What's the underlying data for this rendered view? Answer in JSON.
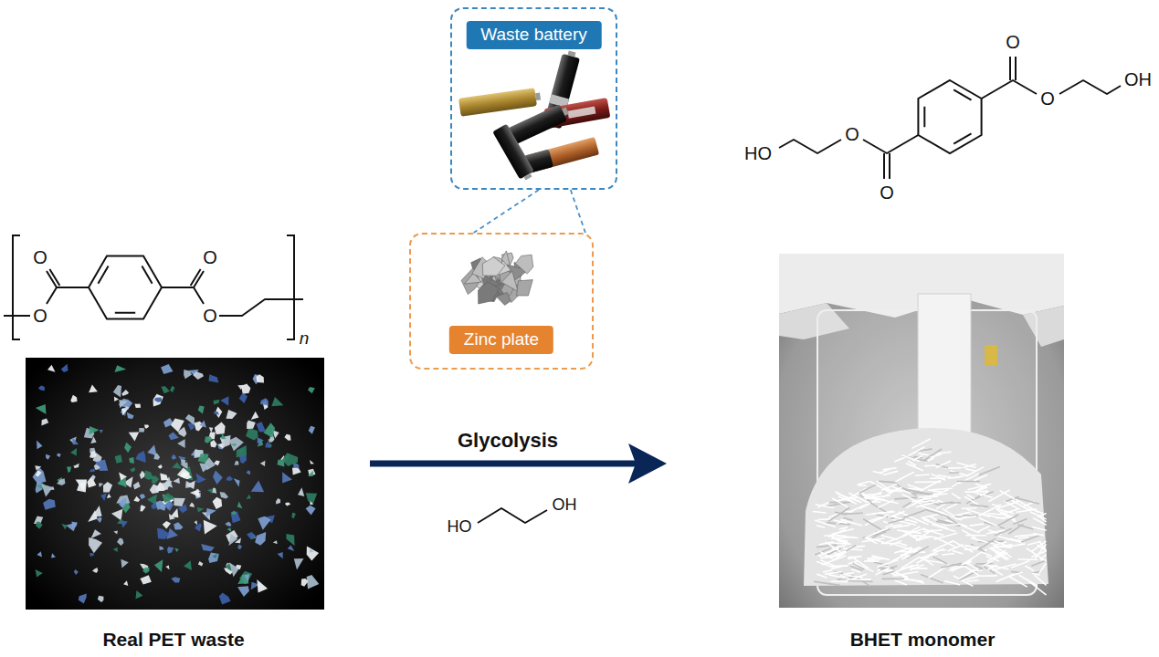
{
  "diagram": {
    "nodes": [
      {
        "text": [
          "Waste battery"
        ]
      },
      {
        "text": [
          "Zinc plate"
        ]
      }
    ],
    "edges": [
      {
        "from": 0,
        "to": 1,
        "arrow": "none"
      },
      {
        "from": 0,
        "to": 1,
        "arrow": "none"
      }
    ],
    "labels": [
      "O",
      "O",
      "O",
      "O",
      "n",
      "Real PET waste",
      "Glycolysis",
      "HO",
      "OH",
      "O",
      "O",
      "OH",
      "HO",
      "O",
      "O",
      "BHET monomer"
    ]
  }
}
